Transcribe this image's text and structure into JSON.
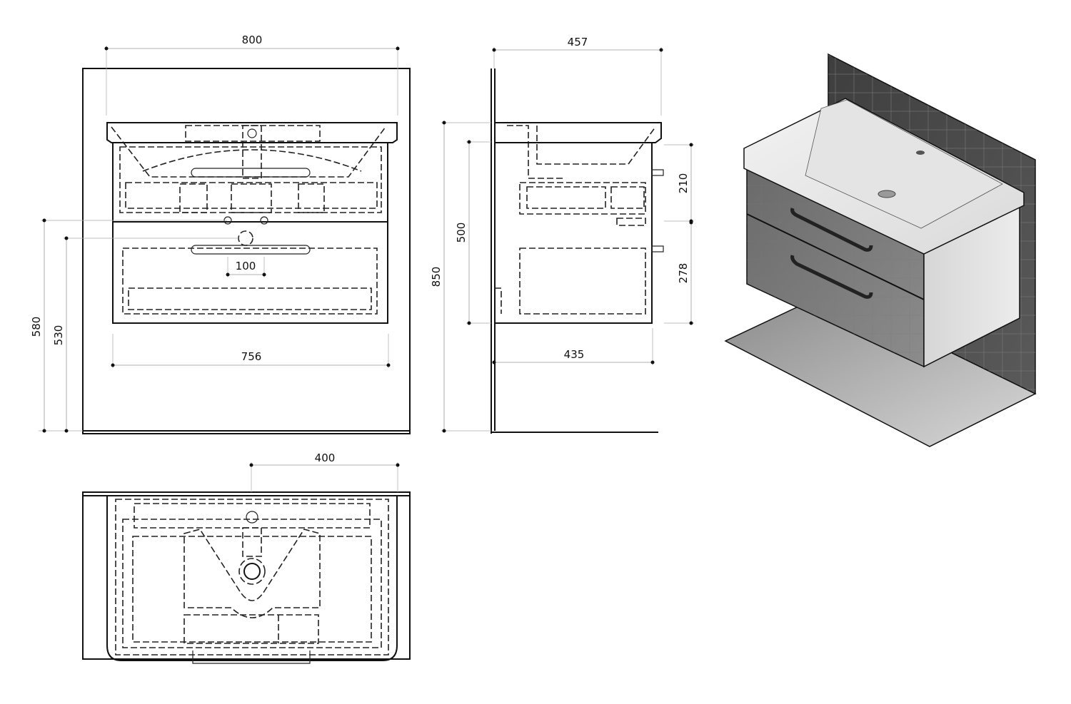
{
  "dimensions": {
    "front_width": "800",
    "front_height_580": "580",
    "front_height_530": "530",
    "handle_spacing": "100",
    "cabinet_width": "756",
    "side_depth": "457",
    "side_total_height": "850",
    "side_cabinet_height": "500",
    "top_drawer_height": "210",
    "bottom_drawer_height": "278",
    "cabinet_depth": "435",
    "top_offset": "400"
  },
  "colors": {
    "line": "#111111",
    "dimension_line": "#999999",
    "render_dark": "#4a4a4a",
    "render_light": "#dcdcdc"
  }
}
